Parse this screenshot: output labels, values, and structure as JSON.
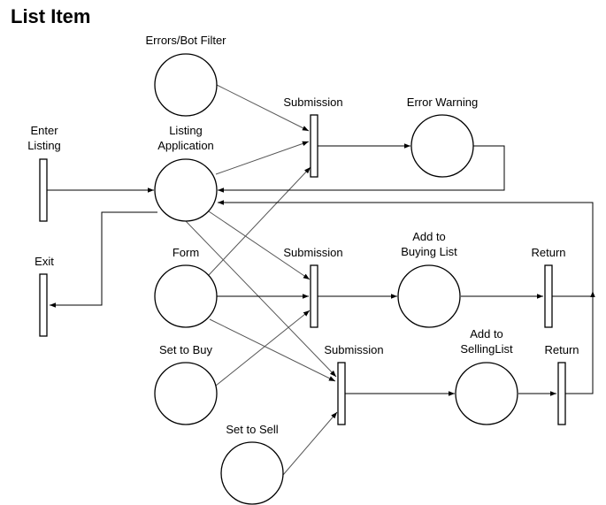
{
  "title": "List Item",
  "places": {
    "errors_filter": "Errors/Bot Filter",
    "listing_application": [
      "Listing",
      "Application"
    ],
    "error_warning": "Error Warning",
    "form": "Form",
    "add_buying": [
      "Add to",
      "Buying List"
    ],
    "set_buy": "Set to Buy",
    "add_selling": [
      "Add to",
      "SellingList"
    ],
    "set_sell": "Set to Sell"
  },
  "transitions": {
    "enter": [
      "Enter",
      "Listing"
    ],
    "submission_1": "Submission",
    "exit": "Exit",
    "submission_2": "Submission",
    "return_1": "Return",
    "submission_3": "Submission",
    "return_2": "Return"
  }
}
